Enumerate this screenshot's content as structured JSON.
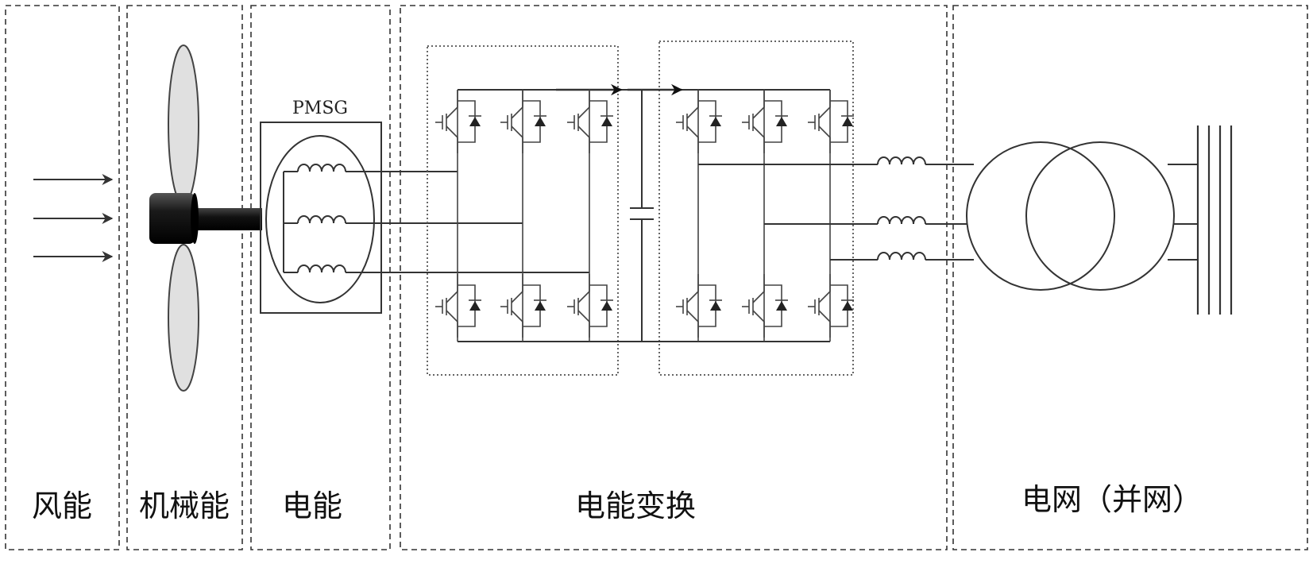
{
  "panels": [
    {
      "label": "风能"
    },
    {
      "label": "机械能"
    },
    {
      "label": "电能"
    },
    {
      "label": "电能变换"
    },
    {
      "label": "电网（并网）"
    }
  ],
  "generator": {
    "label": "PMSG"
  },
  "icons": {
    "wind": "wind-arrow-icon",
    "turbine": "turbine-rotor-icon",
    "inductor": "inductor-coil-icon",
    "igbt": "igbt-switch-icon",
    "capacitor": "dc-capacitor-icon",
    "transformer": "transformer-icon",
    "busbar": "grid-busbar-icon"
  }
}
